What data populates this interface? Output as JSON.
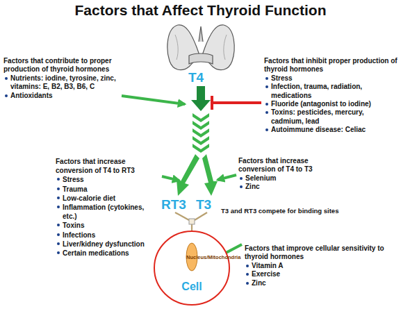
{
  "diagram": {
    "title": "Factors that Affect Thyroid Function",
    "nodes": [
      {
        "text": [
          "Cell"
        ]
      },
      {
        "text": [
          "Nucleus/Mitochondria"
        ],
        "in": 0
      }
    ],
    "labels": [
      "Factors that contribute to proper production of thyroid hormones",
      "Nutrients: iodine, tyrosine, zinc, vitamins: E, B2, B3, B6, C",
      "Antioxidants",
      "T4",
      "Factors that inhibit proper production of thyroid hormones",
      "Stress",
      "Infection, trauma, radiation, medications",
      "Fluoride (antagonist to iodine)",
      "Toxins: pesticides, mercury, cadmium, lead",
      "Autoimmune disease: Celiac",
      "Factors that increase conversion of T4 to RT3",
      "Stress",
      "Trauma",
      "Low-calorie diet",
      "Inflammation (cytokines, etc.)",
      "Toxins",
      "Infections",
      "Liver/kidney dysfunction",
      "Certain medications",
      "Factors that increase conversion of T4 to T3",
      "Selenium",
      "Zinc",
      "RT3",
      "T3",
      "T3 and RT3 compete for binding sites",
      "Factors that improve cellular sensitivity to thyroid hormones",
      "Vitamin A",
      "Exercise",
      "Zinc"
    ]
  }
}
